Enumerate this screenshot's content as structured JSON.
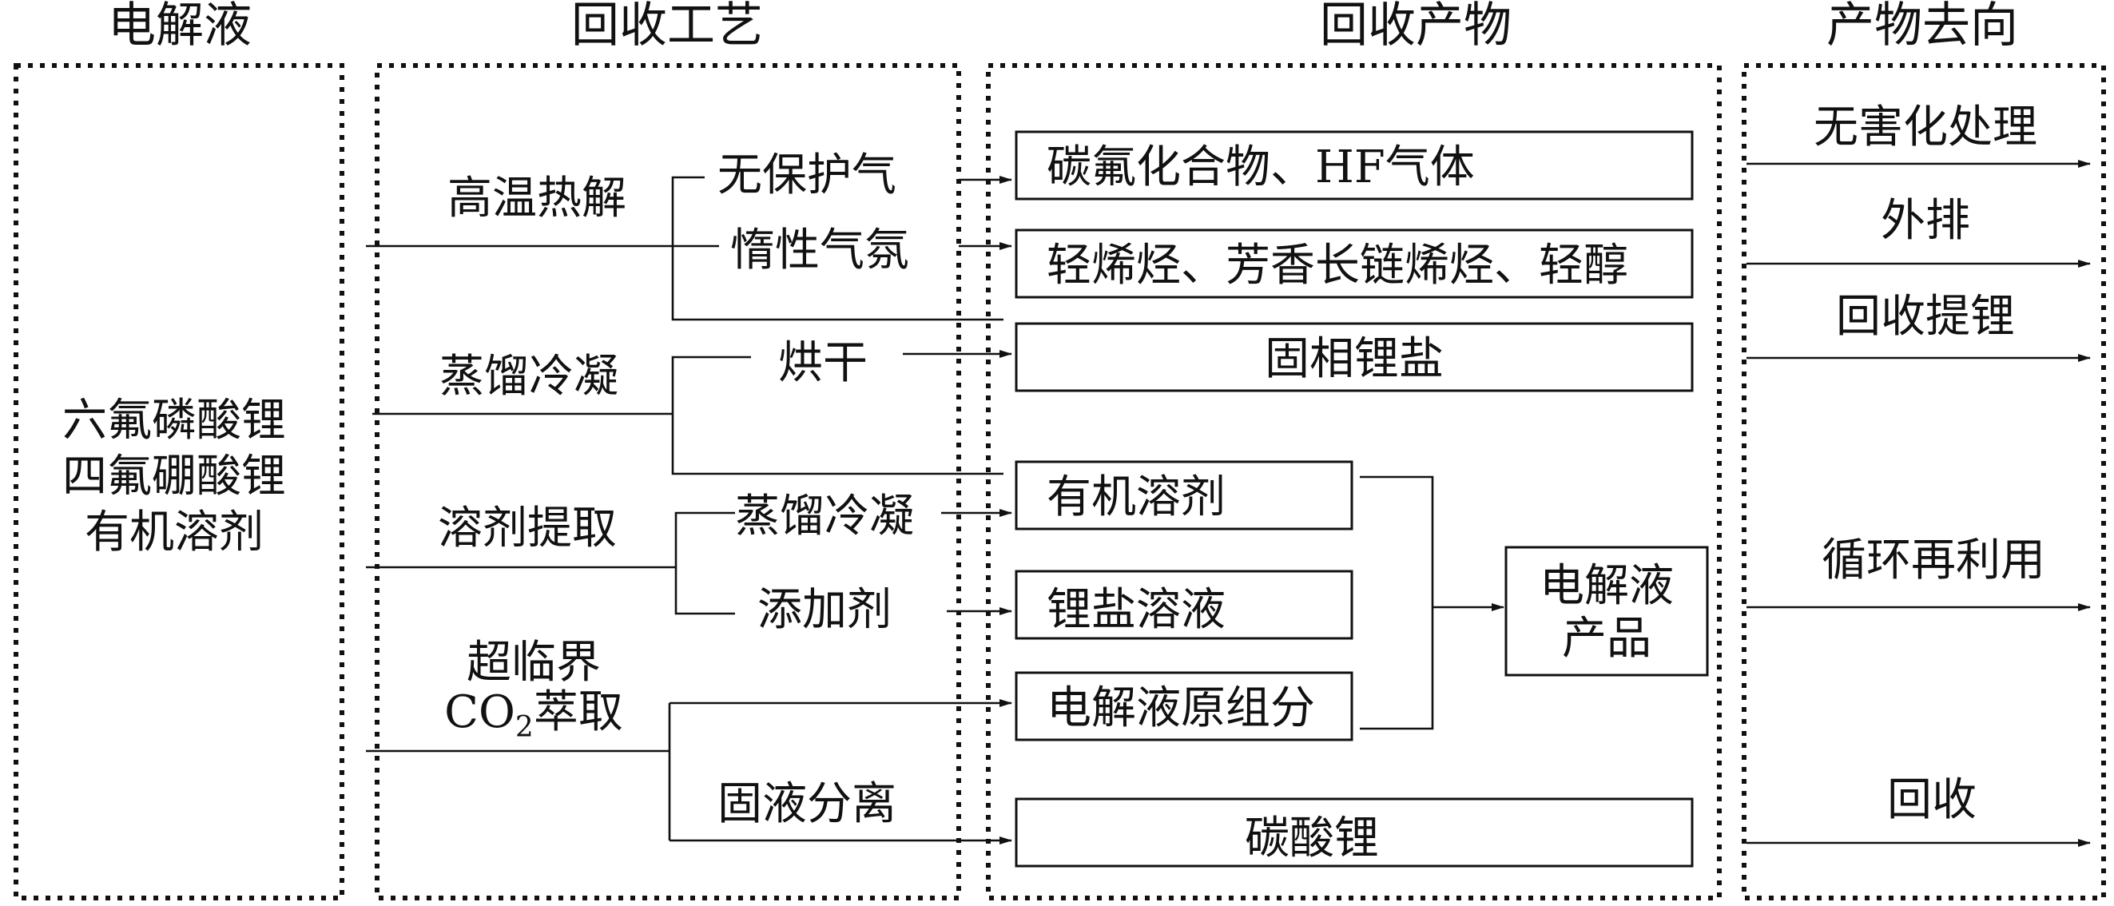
{
  "headers": {
    "electrolyte": "电解液",
    "process": "回收工艺",
    "products": "回收产物",
    "destination": "产物去向"
  },
  "electrolyte": {
    "line1": "六氟磷酸锂",
    "line2": "四氟硼酸锂",
    "line3": "有机溶剂"
  },
  "process": {
    "pyrolysis": "高温热解",
    "no_protect_gas": "无保护气",
    "inert_atmosphere": "惰性气氛",
    "distill_condense": "蒸馏冷凝",
    "drying": "烘干",
    "solvent_extraction": "溶剂提取",
    "distill_condense_2": "蒸馏冷凝",
    "additive": "添加剂",
    "supercritical": "超临界",
    "co2_co": "CO",
    "co2_sub": "2",
    "co2_extract": "萃取",
    "solid_liquid_sep": "固液分离"
  },
  "products": {
    "fluorocarbon_hf": "碳氟化合物、HF气体",
    "light_olefins": "轻烯烃、芳香长链烯烃、轻醇",
    "solid_lithium_salt": "固相锂盐",
    "organic_solvent": "有机溶剂",
    "lithium_salt_solution": "锂盐溶液",
    "original_components": "电解液原组分",
    "electrolyte_product_1": "电解液",
    "electrolyte_product_2": "产品",
    "lithium_carbonate": "碳酸锂"
  },
  "destination": {
    "harmless_treatment": "无害化处理",
    "discharge": "外排",
    "lithium_recovery": "回收提锂",
    "recycle_reuse": "循环再利用",
    "recovery": "回收"
  }
}
